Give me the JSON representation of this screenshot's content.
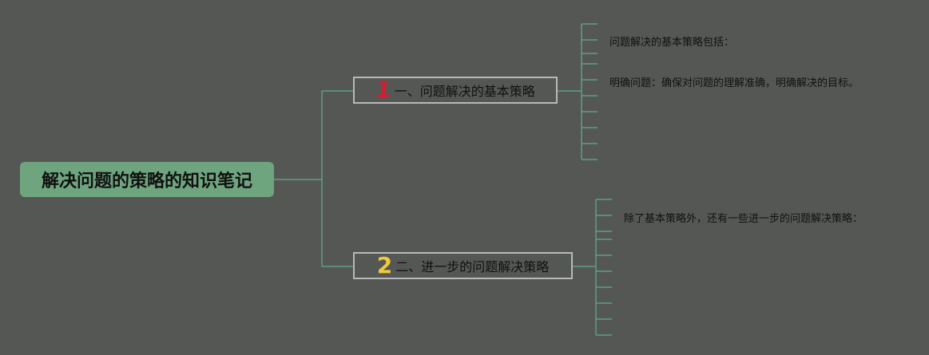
{
  "root": {
    "title": "解决问题的策略的知识笔记"
  },
  "branches": [
    {
      "number": "1",
      "title": "一、问题解决的基本策略",
      "leaves": [
        "问题解决的基本策略包括：",
        "明确问题：确保对问题的理解准确，明确解决的目标。"
      ]
    },
    {
      "number": "2",
      "title": "二、进一步的问题解决策略",
      "leaves": [
        "除了基本策略外，还有一些进一步的问题解决策略："
      ]
    }
  ],
  "colors": {
    "background": "#555754",
    "root_fill": "#6ea57e",
    "connector": "#5f9d8a",
    "branch_border": "#b9b9b9",
    "number1": "#cf1f32",
    "number2": "#f0c93d"
  }
}
